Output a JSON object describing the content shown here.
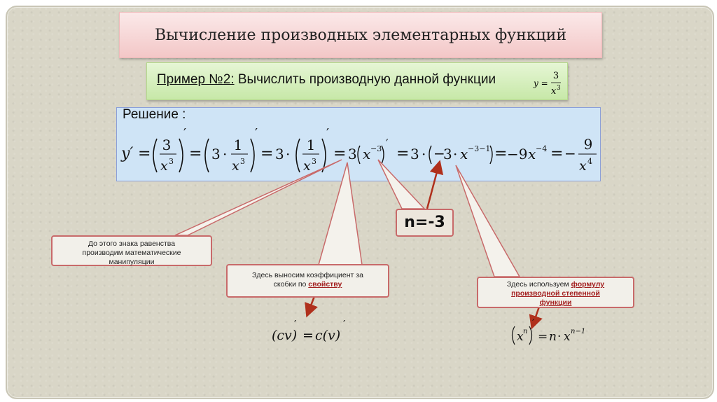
{
  "title": "Вычисление производных элементарных функций",
  "example": {
    "prefix": "Пример №2:",
    "text": "Вычислить производную данной функции",
    "formula": {
      "y_eq": "y =",
      "num": "3",
      "den_base": "x",
      "den_exp": "3"
    }
  },
  "solution": {
    "label": "Решение :",
    "equation": {
      "y_prime": "y′",
      "eq": "=",
      "three": "3",
      "one": "1",
      "x": "x",
      "exp3": "3",
      "dot": "·",
      "prime": "′",
      "exp_m3": "−3",
      "minus": "−",
      "exp_m3m1": "−3−1",
      "exp_m4": "−4",
      "exp4": "4",
      "minus9": "−9",
      "nine": "9"
    }
  },
  "callouts": {
    "manip": {
      "line1": "До этого знака равенства",
      "line2": "производим математические",
      "line3": "манипуляции"
    },
    "coef": {
      "line1": "Здесь выносим коэффициент за",
      "line2_prefix": "скобки по ",
      "link": "свойству"
    },
    "formula": {
      "line1_prefix": "Здесь используем ",
      "link1": "формулу",
      "link2": "производной степенной",
      "link3": "функции"
    }
  },
  "n_label": "n=-3",
  "rule_cv": {
    "lhs": "(cv)",
    "prime": "′",
    "eq": "=",
    "rhs": "c(v)"
  },
  "rule_power": {
    "base": "x",
    "exp_n": "n",
    "prime": "′",
    "eq": "=",
    "n": "n",
    "dot": "·",
    "exp_nm1": "n−1"
  },
  "colors": {
    "callout_border": "#c86a6a",
    "arrow": "#b0301c",
    "title_bg": "#f3c7c7",
    "example_bg": "#c7e8a8",
    "solution_bg": "#cfe4f6"
  }
}
